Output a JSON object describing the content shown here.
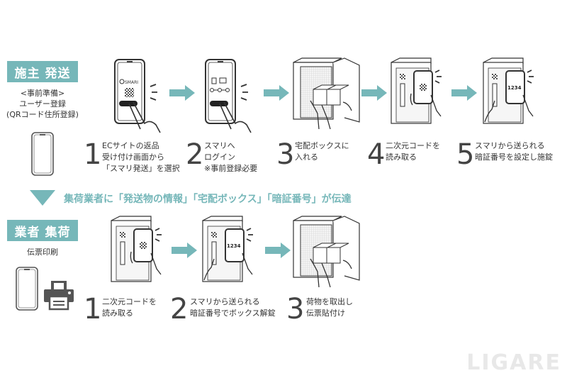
{
  "sender": {
    "badge": "施主 発送",
    "prep_lines": [
      "<事前準備>",
      "ユーザー登録",
      "(QRコード住所登録)"
    ],
    "steps": [
      {
        "num": "1",
        "lines": [
          "ECサイトの返品",
          "受け付け画面から",
          "「スマリ発送」を選択"
        ],
        "illustration": "phone-smari-app"
      },
      {
        "num": "2",
        "lines": [
          "スマリへ",
          "ログイン",
          "※事前登録必要"
        ],
        "illustration": "phone-login"
      },
      {
        "num": "3",
        "lines": [
          "宅配ボックスに",
          "入れる"
        ],
        "illustration": "box-insert-package"
      },
      {
        "num": "4",
        "lines": [
          "二次元コードを",
          "読み取る"
        ],
        "illustration": "box-scan-code"
      },
      {
        "num": "5",
        "lines": [
          "スマリから送られる",
          "暗証番号を設定し施錠"
        ],
        "illustration": "box-enter-pin"
      }
    ],
    "phone_brand": "SMARI",
    "pin_display": "1234"
  },
  "notice": "集荷業者に「発送物の情報」「宅配ボックス」「暗証番号」が伝達",
  "collector": {
    "badge": "業者 集荷",
    "prep_lines": [
      "伝票印刷"
    ],
    "steps": [
      {
        "num": "1",
        "lines": [
          "二次元コードを",
          "読み取る"
        ],
        "illustration": "box-scan-code"
      },
      {
        "num": "2",
        "lines": [
          "スマリから送られる",
          "暗証番号でボックス解錠"
        ],
        "illustration": "box-enter-pin"
      },
      {
        "num": "3",
        "lines": [
          "荷物を取出し",
          "伝票貼付け"
        ],
        "illustration": "box-remove-package"
      }
    ],
    "pin_display": "1234"
  },
  "watermark": "LIGARE",
  "colors": {
    "accent": "#76b7b9",
    "line": "#333333",
    "watermark": "#e8e8e8"
  }
}
